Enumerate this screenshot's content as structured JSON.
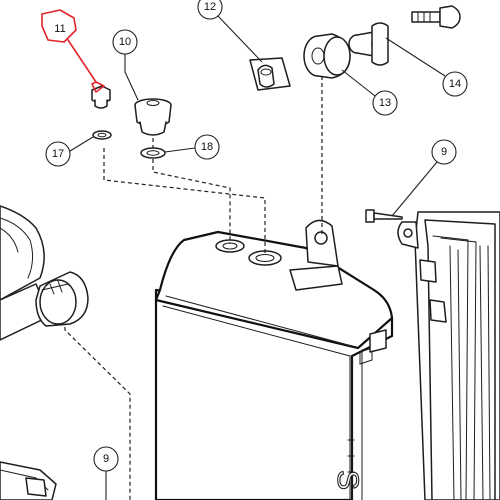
{
  "diagram": {
    "callouts": {
      "c9_top": "9",
      "c9_bottom": "9",
      "c10": "10",
      "c11": "11",
      "c12": "12",
      "c13": "13",
      "c14": "14",
      "c17": "17",
      "c18": "18"
    },
    "tank_decal": "S",
    "highlight_color": "#e0262c"
  }
}
